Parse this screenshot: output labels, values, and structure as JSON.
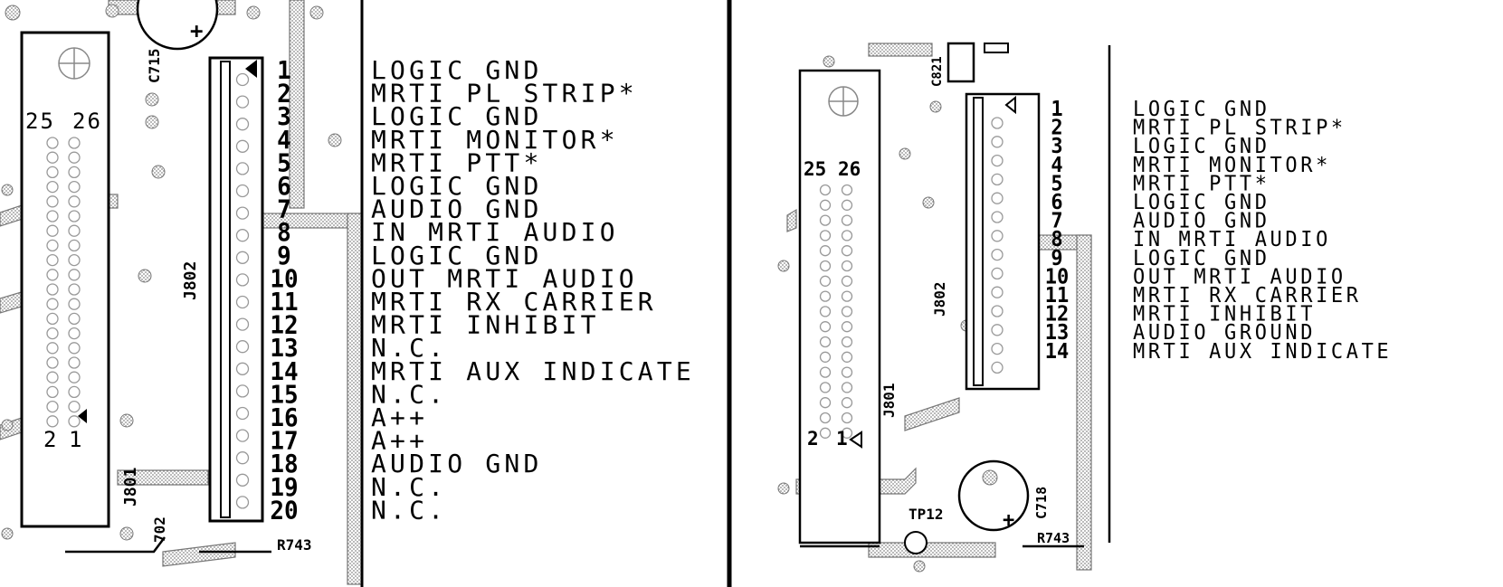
{
  "left_panel": {
    "connector_pin_top": "25",
    "connector_pin_top2": "26",
    "connector_pin_bottom": "2",
    "connector_pin_bottom2": "1",
    "ref_j801": "J801",
    "ref_j802": "J802",
    "ref_c715": "C715",
    "ref_r743": "R743",
    "ref_702": "702",
    "pins": [
      {
        "num": "1",
        "signal": "LOGIC GND"
      },
      {
        "num": "2",
        "signal": "MRTI PL STRIP*"
      },
      {
        "num": "3",
        "signal": "LOGIC GND"
      },
      {
        "num": "4",
        "signal": "MRTI MONITOR*"
      },
      {
        "num": "5",
        "signal": "MRTI PTT*"
      },
      {
        "num": "6",
        "signal": "LOGIC GND"
      },
      {
        "num": "7",
        "signal": "AUDIO GND"
      },
      {
        "num": "8",
        "signal": "IN MRTI AUDIO"
      },
      {
        "num": "9",
        "signal": "LOGIC GND"
      },
      {
        "num": "10",
        "signal": "OUT MRTI AUDIO"
      },
      {
        "num": "11",
        "signal": "MRTI RX CARRIER"
      },
      {
        "num": "12",
        "signal": "MRTI INHIBIT"
      },
      {
        "num": "13",
        "signal": "N.C."
      },
      {
        "num": "14",
        "signal": "MRTI AUX INDICATE"
      },
      {
        "num": "15",
        "signal": "N.C."
      },
      {
        "num": "16",
        "signal": "A++"
      },
      {
        "num": "17",
        "signal": "A++"
      },
      {
        "num": "18",
        "signal": "AUDIO GND"
      },
      {
        "num": "19",
        "signal": "N.C."
      },
      {
        "num": "20",
        "signal": "N.C."
      }
    ]
  },
  "right_panel": {
    "connector_pin_top": "25",
    "connector_pin_top2": "26",
    "connector_pin_bottom": "2",
    "connector_pin_bottom2": "1",
    "ref_j801": "J801",
    "ref_j802": "J802",
    "ref_c821": "C821",
    "ref_c718": "C718",
    "ref_tp12": "TP12",
    "ref_r743": "R743",
    "pins": [
      {
        "num": "1",
        "signal": "LOGIC GND"
      },
      {
        "num": "2",
        "signal": "MRTI PL STRIP*"
      },
      {
        "num": "3",
        "signal": "LOGIC GND"
      },
      {
        "num": "4",
        "signal": "MRTI MONITOR*"
      },
      {
        "num": "5",
        "signal": "MRTI PTT*"
      },
      {
        "num": "6",
        "signal": "LOGIC GND"
      },
      {
        "num": "7",
        "signal": "AUDIO GND"
      },
      {
        "num": "8",
        "signal": "IN MRTI AUDIO"
      },
      {
        "num": "9",
        "signal": "LOGIC GND"
      },
      {
        "num": "10",
        "signal": "OUT MRTI AUDIO"
      },
      {
        "num": "11",
        "signal": "MRTI RX CARRIER"
      },
      {
        "num": "12",
        "signal": "MRTI INHIBIT"
      },
      {
        "num": "13",
        "signal": "AUDIO GROUND"
      },
      {
        "num": "14",
        "signal": "MRTI AUX INDICATE"
      }
    ]
  }
}
